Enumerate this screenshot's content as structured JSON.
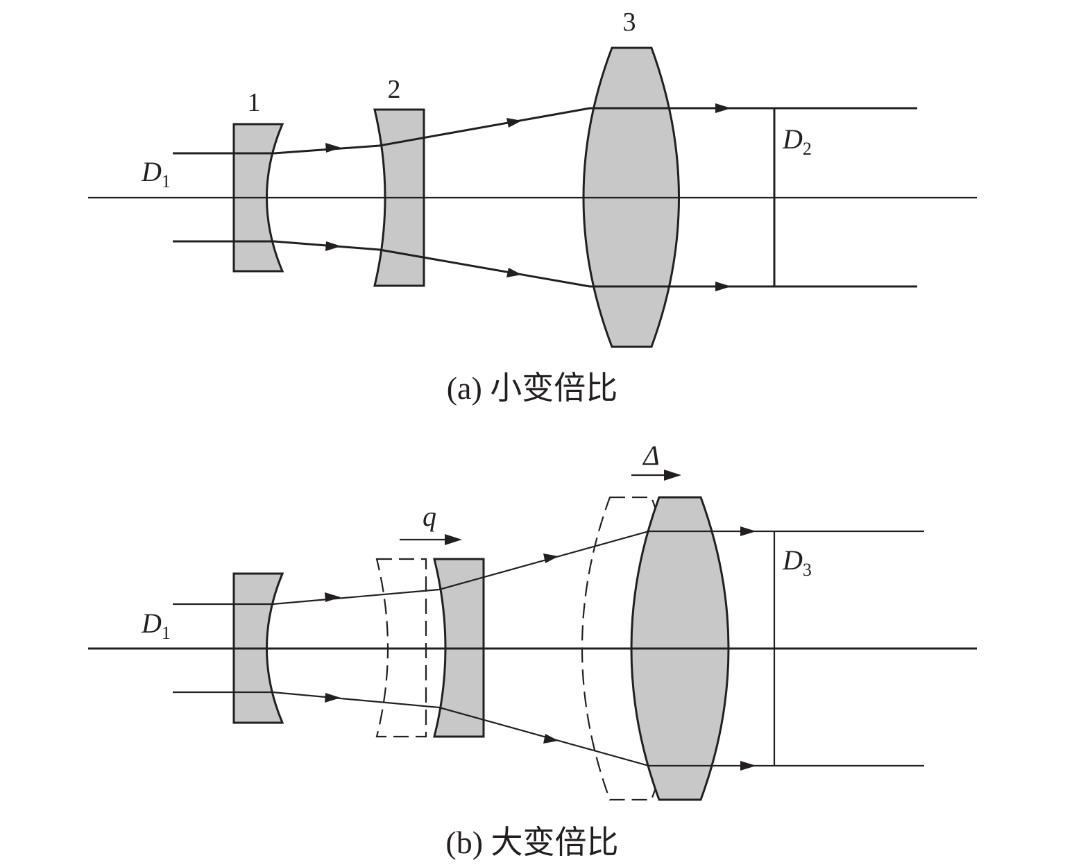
{
  "diagram_a": {
    "caption": "(a) 小变倍比",
    "lens_labels": [
      "1",
      "2",
      "3"
    ],
    "input_aperture": {
      "symbol": "D",
      "subscript": "1"
    },
    "output_aperture": {
      "symbol": "D",
      "subscript": "2"
    }
  },
  "diagram_b": {
    "caption": "(b) 大变倍比",
    "input_aperture": {
      "symbol": "D",
      "subscript": "1"
    },
    "output_aperture": {
      "symbol": "D",
      "subscript": "3"
    },
    "shift_q": "q",
    "shift_delta": "Δ"
  },
  "colors": {
    "lens_fill": "#c8c8c8",
    "line": "#231f20"
  }
}
